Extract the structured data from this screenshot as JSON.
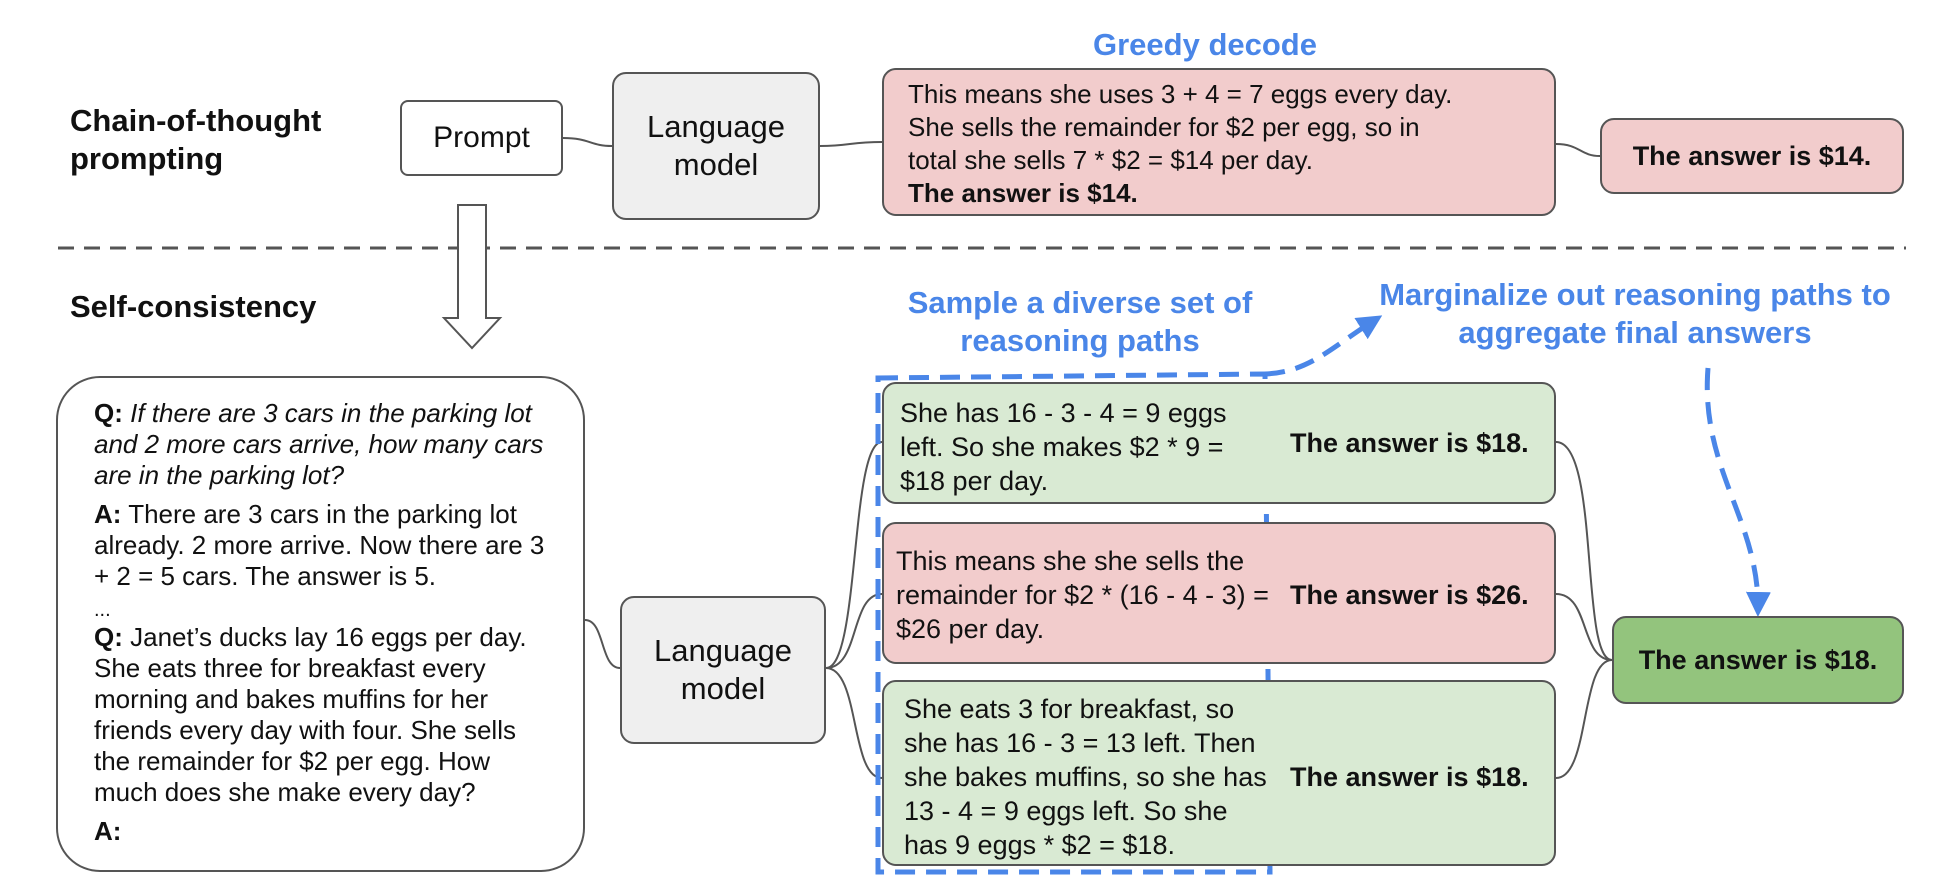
{
  "section_labels": {
    "cot": "Chain-of-thought prompting",
    "sc": "Self-consistency"
  },
  "top": {
    "prompt_label": "Prompt",
    "lm_label": "Language model",
    "greedy_title": "Greedy decode",
    "greedy_text_lines": [
      "This means she uses 3 + 4 = 7 eggs every day.",
      "She sells the remainder for $2 per egg, so in",
      "total she sells 7 * $2 = $14 per day."
    ],
    "greedy_answer_bold": "The answer is $14.",
    "final_answer": "The answer is $14."
  },
  "bottom": {
    "question": {
      "q1_prefix": "Q:",
      "q1_text": "If there are 3 cars in the parking lot and 2 more cars arrive, how many cars are in the parking lot?",
      "a1_prefix": "A:",
      "a1_text": "There are 3 cars in the parking lot already. 2 more arrive. Now there are 3 + 2 = 5 cars. The answer is 5.",
      "ellipsis": "...",
      "q2_prefix": "Q:",
      "q2_text": "Janet’s ducks lay 16 eggs per day. She eats three for breakfast every morning and bakes muffins for her friends every day with four. She sells the remainder for $2 per egg. How much does she make every day?",
      "a2_prefix": "A:"
    },
    "lm_label": "Language model",
    "sample_title": "Sample a diverse set of reasoning paths",
    "marginalize_title": "Marginalize out reasoning paths to aggregate final answers",
    "paths": [
      {
        "text": "She has 16 - 3 - 4 = 9 eggs left. So she makes $2 * 9 = $18 per day.",
        "answer": "The answer is $18.",
        "color": "#d9ead3"
      },
      {
        "text": "This means she she sells the remainder for $2 * (16 - 4 - 3) = $26 per day.",
        "answer": "The answer is $26.",
        "color": "#f2cccc"
      },
      {
        "text": "She eats 3 for breakfast, so she has 16 - 3 = 13 left. Then she bakes muffins, so she has 13 - 4 = 9 eggs left. So she has 9 eggs * $2 = $18.",
        "answer": "The answer is $18.",
        "color": "#d9ead3"
      }
    ],
    "final_answer": "The answer is $18."
  },
  "colors": {
    "accent_blue": "#4a86e8",
    "pink": "#f2cccc",
    "light_green": "#d9ead3",
    "dark_green": "#93c47d",
    "gray_box": "#efefef"
  }
}
